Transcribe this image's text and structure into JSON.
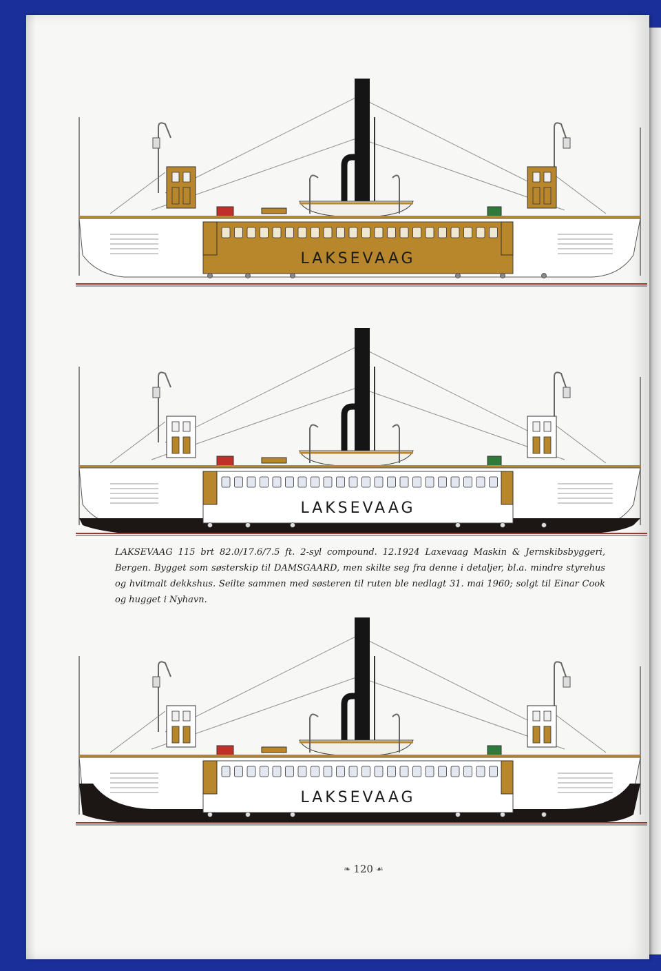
{
  "drawings": [
    {
      "ship_name": "LAKSEVAAG",
      "variant": "brown-deckhouse"
    },
    {
      "ship_name": "LAKSEVAAG",
      "variant": "white-deckhouse"
    },
    {
      "ship_name": "LAKSEVAAG",
      "variant": "black-hull"
    }
  ],
  "caption": "LAKSEVAAG 115 brt 82.0/17.6/7.5 ft. 2-syl compound. 12.1924 Laxevaag Maskin & Jernskibsbyggeri, Bergen. Bygget som søsterskip til DAMSGAARD, men skilte seg fra denne i detaljer, bl.a. mindre styrehus og hvitmalt dekkshus. Seilte sammen med søsteren til ruten ble nedlagt 31. mai 1960; solgt til Einar Cook og hugget i Nyhavn.",
  "page_number": "120",
  "colors": {
    "background": "#1a2f9a",
    "paper": "#f7f7f5",
    "wood": "#b8862b",
    "funnel": "#151515",
    "hull_black": "#1c1714",
    "waterline": "#a0352c",
    "red_box": "#c0302b",
    "green_box": "#2f7a3a"
  },
  "icons": [
    "ornament-left-icon",
    "ornament-right-icon"
  ]
}
